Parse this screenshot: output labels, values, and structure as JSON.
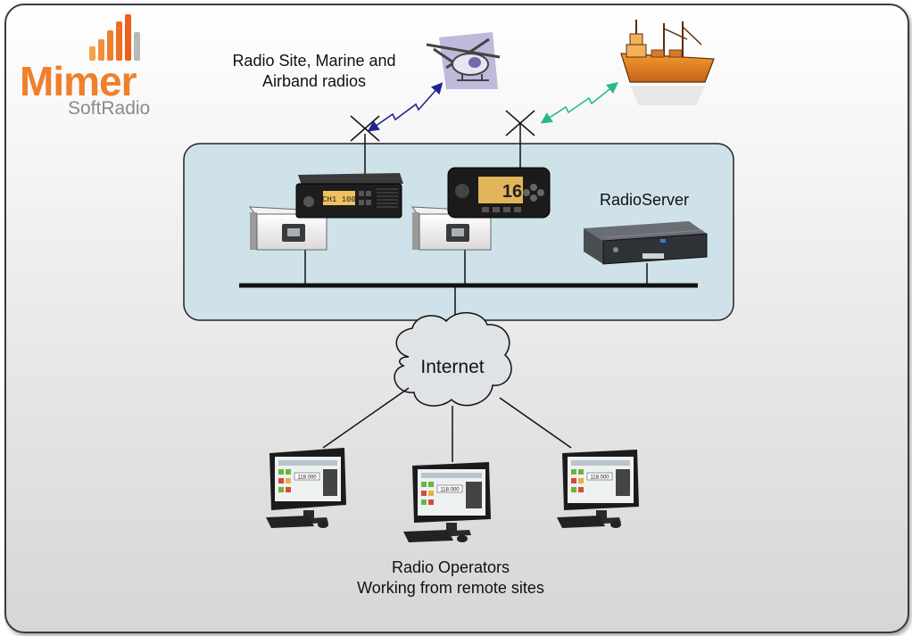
{
  "logo": {
    "word": "Mimer",
    "sub": "SoftRadio"
  },
  "labels": {
    "radio_site_line1": "Radio Site, Marine and",
    "radio_site_line2": "Airband radios",
    "server": "RadioServer",
    "internet": "Internet",
    "operators_line1": "Radio Operators",
    "operators_line2": "Working from remote sites"
  },
  "radio_displays": {
    "airband": "CH1 100",
    "marine": "16"
  },
  "operator_screens": [
    "118.000",
    "118.000",
    "118.000"
  ],
  "colors": {
    "logo_orange": "#f07f2a",
    "logo_gray": "#8a8a8a",
    "network_panel": "#cfe2ea",
    "air_link": "#23238f",
    "sea_link": "#27b98a"
  }
}
